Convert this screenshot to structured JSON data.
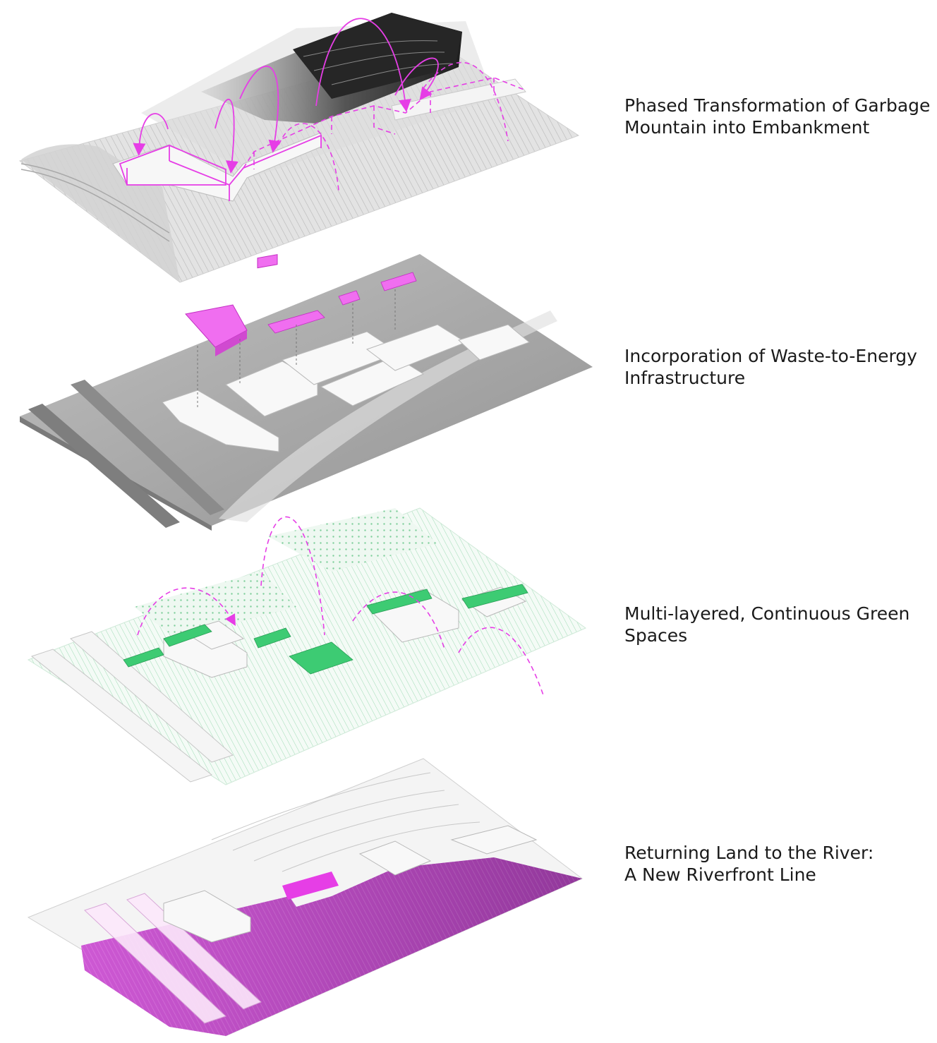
{
  "layers": [
    {
      "line1": "Phased Transformation of Garbage",
      "line2": "Mountain into Embankment"
    },
    {
      "line1": "Incorporation of Waste-to-Energy",
      "line2": "Infrastructure"
    },
    {
      "line1": "Multi-layered, Continuous Green",
      "line2": "Spaces"
    },
    {
      "line1": "Returning Land to the River:",
      "line2": "A New Riverfront Line"
    }
  ],
  "colors": {
    "accent_magenta": "#e63ee6",
    "green": "#3dcb73",
    "gray_dark": "#2a2a2a",
    "gray_mid": "#9a9a9a",
    "gray_light": "#d9d9d9"
  }
}
